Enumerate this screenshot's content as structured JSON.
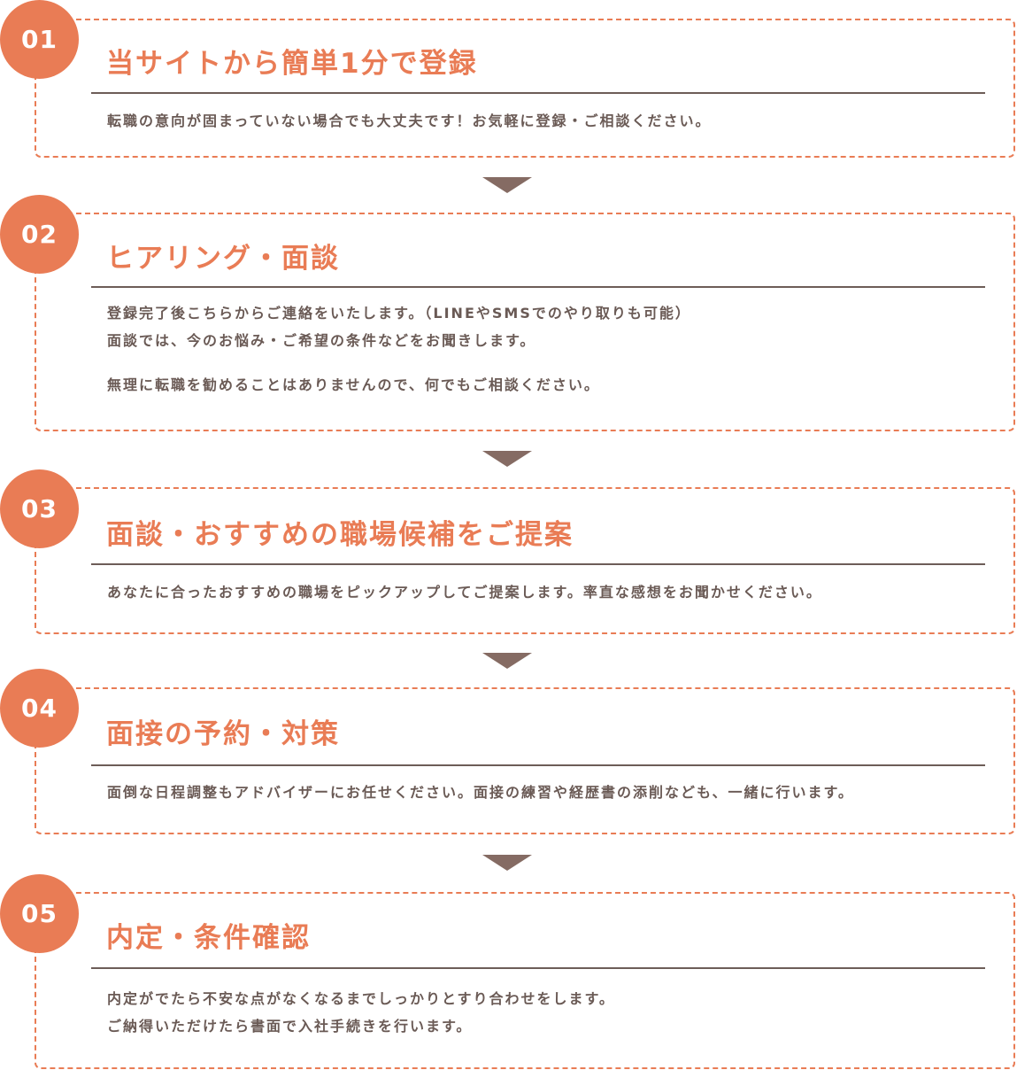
{
  "colors": {
    "accent": "#e97c55",
    "rule": "#6d5d58",
    "body_text": "#6a5a55",
    "arrow": "#856b63"
  },
  "steps": [
    {
      "number": "01",
      "title": "当サイトから簡単1分で登録",
      "lines": [
        "転職の意向が固まっていない場合でも大丈夫です！お気軽に登録・ご相談ください。"
      ]
    },
    {
      "number": "02",
      "title": "ヒアリング・面談",
      "lines": [
        "登録完了後こちらからご連絡をいたします。（LINEやSMSでのやり取りも可能）",
        "面談では、今のお悩み・ご希望の条件などをお聞きします。",
        "無理に転職を勧めることはありませんので、何でもご相談ください。"
      ]
    },
    {
      "number": "03",
      "title": "面談・おすすめの職場候補をご提案",
      "lines": [
        "あなたに合ったおすすめの職場をピックアップしてご提案します。率直な感想をお聞かせください。"
      ]
    },
    {
      "number": "04",
      "title": "面接の予約・対策",
      "lines": [
        "面倒な日程調整もアドバイザーにお任せください。面接の練習や経歴書の添削なども、一緒に行います。"
      ]
    },
    {
      "number": "05",
      "title": "内定・条件確認",
      "lines": [
        "内定がでたら不安な点がなくなるまでしっかりとすり合わせをします。",
        "ご納得いただけたら書面で入社手続きを行います。"
      ]
    }
  ],
  "arrow_icon": "down-triangle-icon"
}
